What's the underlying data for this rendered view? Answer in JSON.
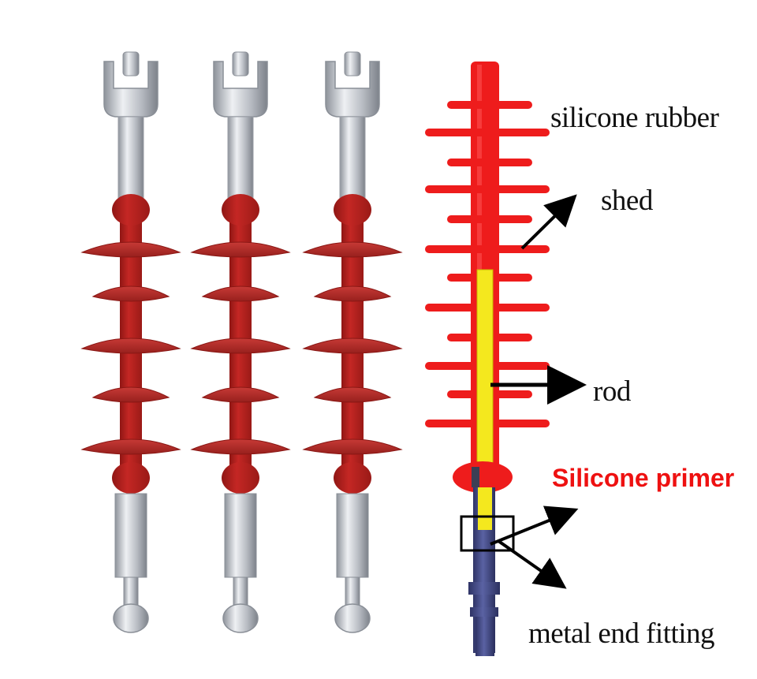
{
  "labels": {
    "silicone_rubber": "silicone rubber",
    "shed": "shed",
    "rod": "rod",
    "silicone_primer": "Silicone primer",
    "metal_end_fitting": "metal end fitting"
  },
  "colors": {
    "insulator_red": "#b8221f",
    "diagram_red": "#ee1c1c",
    "rod_yellow": "#f4e81e",
    "end_fitting_blue": "#4d5490",
    "metal_silver": "#c9ccd2",
    "primer_label": "#ee1111"
  }
}
